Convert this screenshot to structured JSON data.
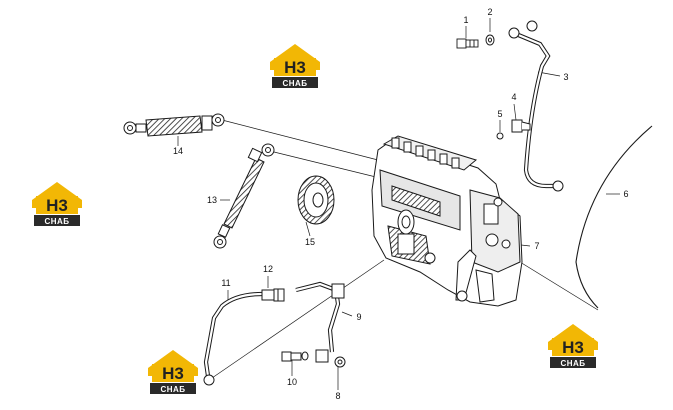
{
  "callouts": {
    "c1": "1",
    "c2": "2",
    "c3": "3",
    "c4": "4",
    "c5": "5",
    "c6": "6",
    "c7": "7",
    "c8": "8",
    "c9": "9",
    "c10": "10",
    "c11": "11",
    "c12": "12",
    "c13": "13",
    "c14": "14",
    "c15": "15"
  },
  "watermark": {
    "top": "H3",
    "bottom": "СНАБ"
  },
  "colors": {
    "logo_yellow": "#f2b705",
    "logo_dark": "#2a2a2a",
    "line": "#1a1a1a"
  }
}
